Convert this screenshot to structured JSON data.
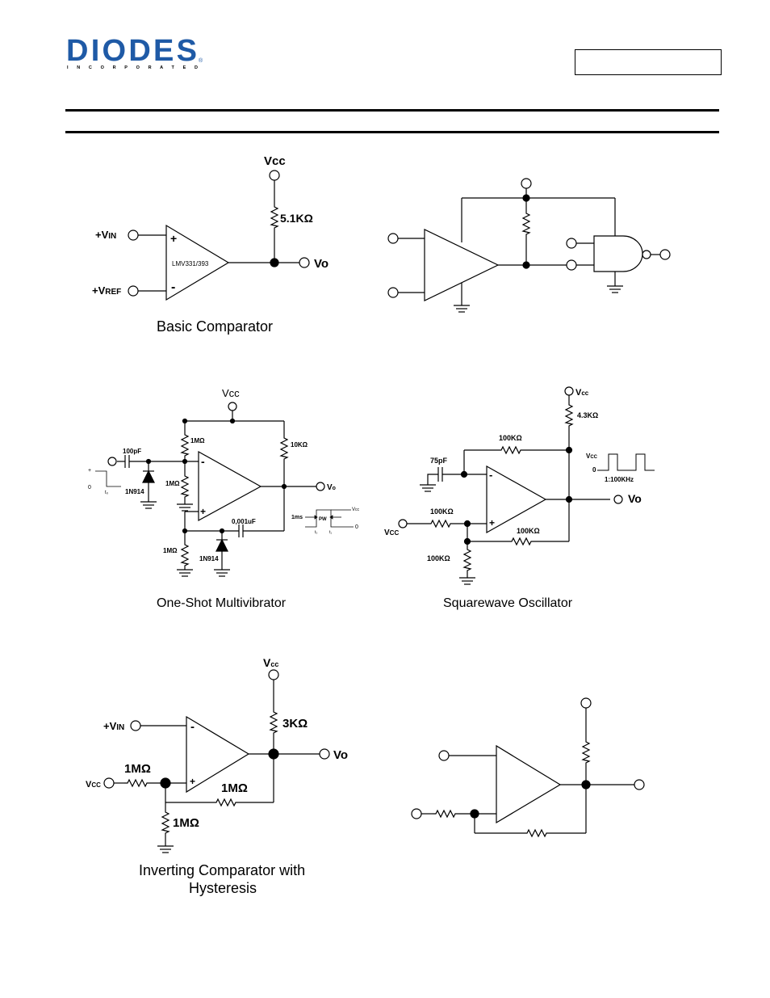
{
  "header": {
    "logo_text": "DIODES",
    "logo_sub": "I N C O R P O R A T E D",
    "registered_mark": "®",
    "part_number": ""
  },
  "basic_comparator": {
    "caption": "Basic Comparator",
    "vcc": "Vcc",
    "resistor": "5.1KΩ",
    "vin_main": "+V",
    "vin_sub": "IN",
    "vref_main": "+V",
    "vref_sub": "REF",
    "vo": "Vo",
    "plus": "+",
    "minus": "-",
    "ic_label": "LMV331/393"
  },
  "one_shot": {
    "caption": "One-Shot Multivibrator",
    "vcc": "Vcc",
    "r_top": "1MΩ",
    "r_mid": "1MΩ",
    "r_bottom": "1MΩ",
    "r_pullup": "10KΩ",
    "cap_in": "100pF",
    "cap_fb": "0,001uF",
    "diode1": "1N914",
    "diode2": "1N914",
    "vo_main": "V",
    "vo_sub": "o",
    "plus": "+",
    "minus": "-",
    "in_plus": "+",
    "in_zero": "0",
    "in_t0": "t₀",
    "pulse_1ms": "1ms",
    "pulse_pw": "PW",
    "pulse_vcc_main": "V",
    "pulse_vcc_sub": "cc",
    "pulse_zero": "0",
    "pulse_t0": "t₀",
    "pulse_t1": "t₁"
  },
  "squarewave": {
    "caption": "Squarewave Oscillator",
    "vcc_top_main": "V",
    "vcc_top_sub": "cc",
    "r_pullup": "4.3KΩ",
    "r_feedback": "100KΩ",
    "cap": "75pF",
    "r_input": "100KΩ",
    "r_hyst": "100KΩ",
    "r_ground": "100KΩ",
    "vcc_left_main": "V",
    "vcc_left_sub": "CC",
    "vo": "Vo",
    "wave_vcc_main": "V",
    "wave_vcc_sub": "CC",
    "wave_zero": "0",
    "wave_ratio": "1:100KHz",
    "plus": "+",
    "minus": "-"
  },
  "inverting_hyst": {
    "caption_line1": "Inverting Comparator with",
    "caption_line2": "Hysteresis",
    "vcc_main": "V",
    "vcc_sub": "cc",
    "r_pullup": "3KΩ",
    "vin_main": "+V",
    "vin_sub": "IN",
    "r_input": "1MΩ",
    "r_feedback": "1MΩ",
    "r_ground": "1MΩ",
    "vcc_left_main": "V",
    "vcc_left_sub": "CC",
    "vo": "Vo",
    "plus": "+",
    "minus": "-"
  }
}
